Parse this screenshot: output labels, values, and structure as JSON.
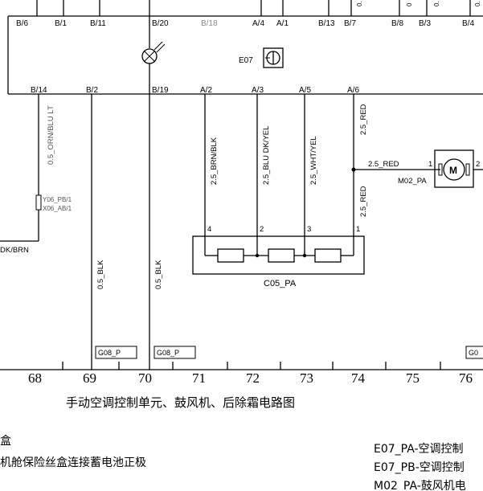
{
  "top_pins": [
    "B/6",
    "B/1",
    "B/11",
    "B/20",
    "B/18",
    "A/4",
    "A/1",
    "B/13",
    "B/7",
    "B/8",
    "B/3",
    "B/4"
  ],
  "top_cut": [
    "0.",
    "0",
    "0.",
    "0."
  ],
  "mid_pins": [
    "B/14",
    "B/2",
    "B/19",
    "A/2",
    "A/3",
    "A/5",
    "A/6"
  ],
  "e07_label": "E07",
  "wires": {
    "orn_blu": "0.5_ORN/BLU LT",
    "brn_blk": "2.5_BRN/BLK",
    "blu_dkyel": "2.5_BLU DK/YEL",
    "wht_yel": "2.5_WHT/YEL",
    "red_upper": "2.5_RED",
    "red_lower": "2.5_RED",
    "red_horiz": "2.5_RED",
    "blk_69": "0.5_BLK",
    "blk_70": "0.5_BLK",
    "dk_brn": "DK/BRN"
  },
  "connector_x06": [
    "Y06_PB/1",
    "X06_AB/1"
  ],
  "motor": {
    "label": "M02_PA",
    "pin_left": "1",
    "pin_right": "2",
    "symbol": "M"
  },
  "c05": {
    "label": "C05_PA",
    "pins": [
      "4",
      "2",
      "3",
      "1"
    ]
  },
  "grounds": [
    "G08_P",
    "G08_P",
    "G0"
  ],
  "grid_numbers": [
    "68",
    "69",
    "70",
    "71",
    "72",
    "73",
    "74",
    "75",
    "76"
  ],
  "title": "手动空调控制单元、鼓风机、后除霜电路图",
  "legend_left": [
    "盒",
    "机舱保险丝盒连接蓄电池正极"
  ],
  "legend_right": [
    "E07_PA-空调控制",
    "E07_PB-空调控制",
    "M02_PA-鼓风机电"
  ]
}
